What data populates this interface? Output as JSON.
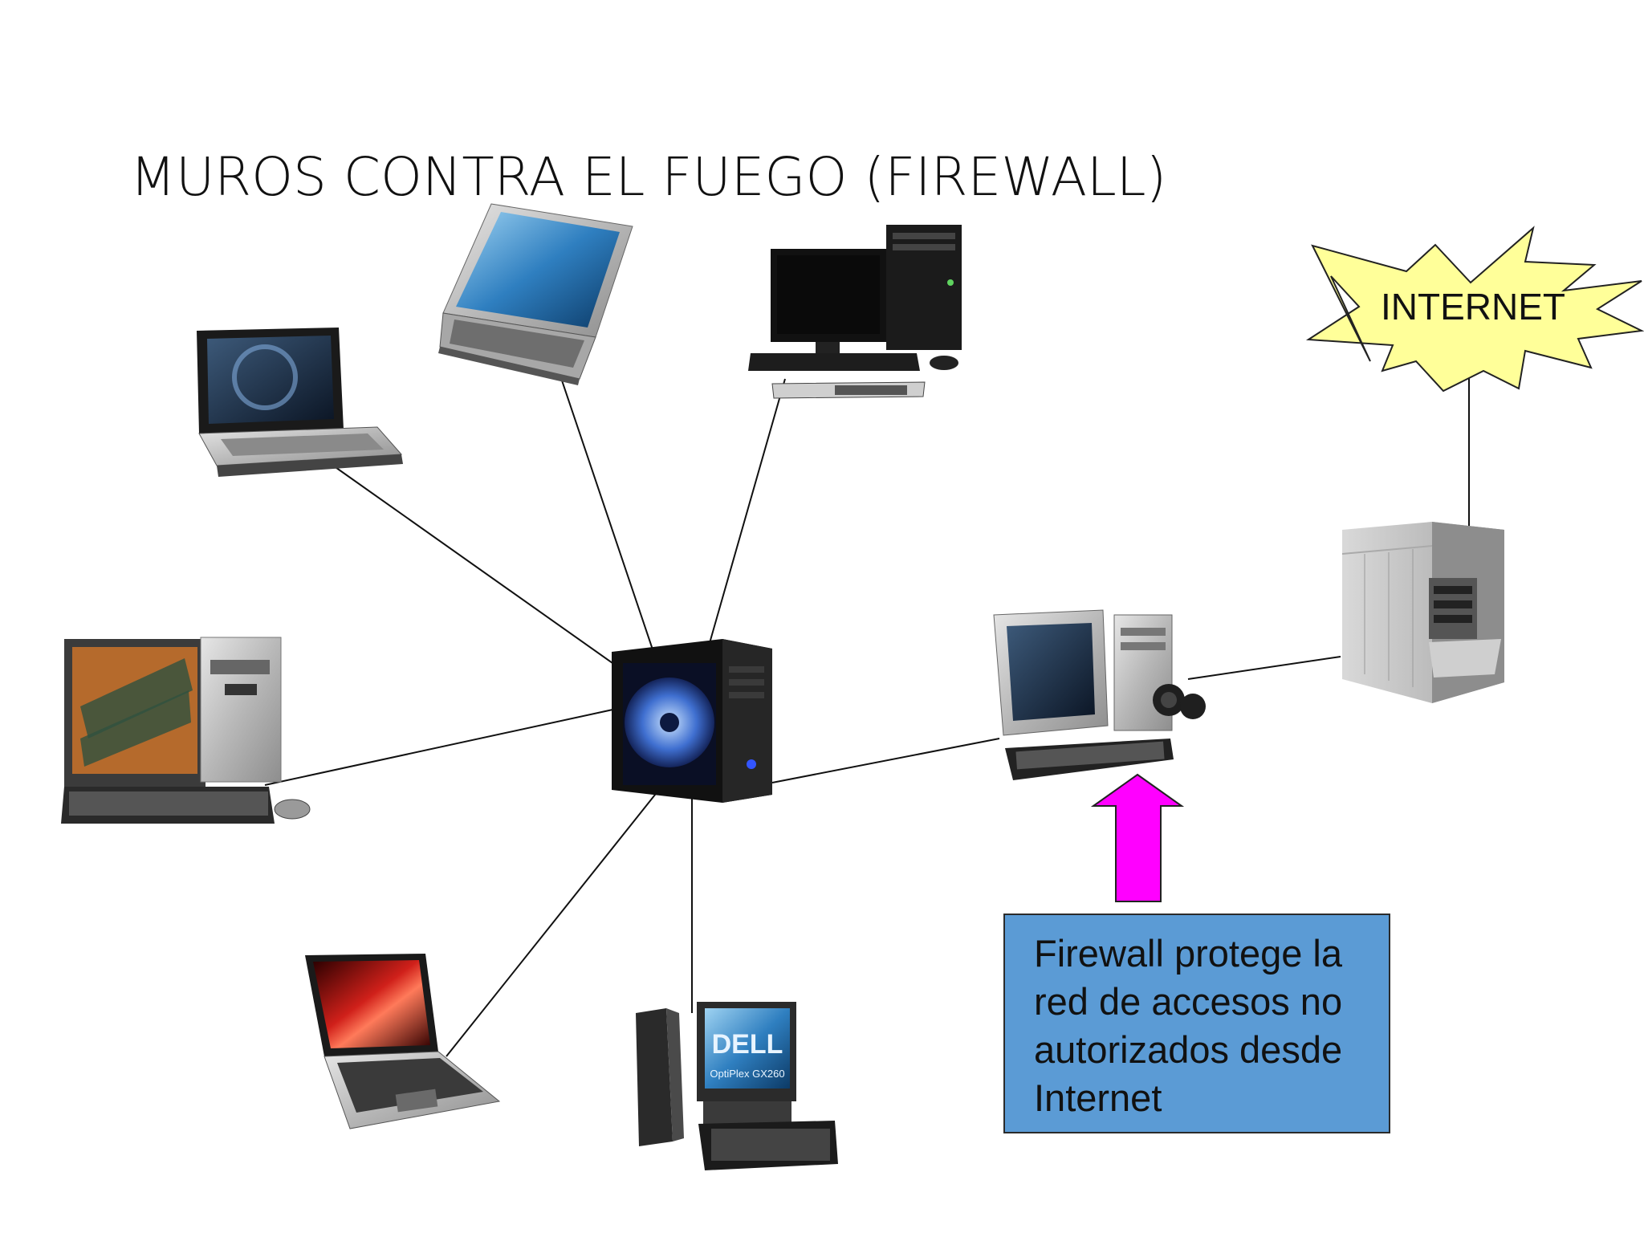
{
  "slide": {
    "title": "MUROS CONTRA EL FUEGO (FIREWALL)"
  },
  "internet": {
    "label": "INTERNET"
  },
  "callout": {
    "text": "Firewall protege la red de accesos no autorizados desde Internet"
  },
  "devices": {
    "laptop_brand": "DELL",
    "desktop_model": "OptiPlex GX260"
  },
  "colors": {
    "callout_bg": "#5b9bd5",
    "arrow": "#ff00ff",
    "burst": "#ffff99"
  }
}
